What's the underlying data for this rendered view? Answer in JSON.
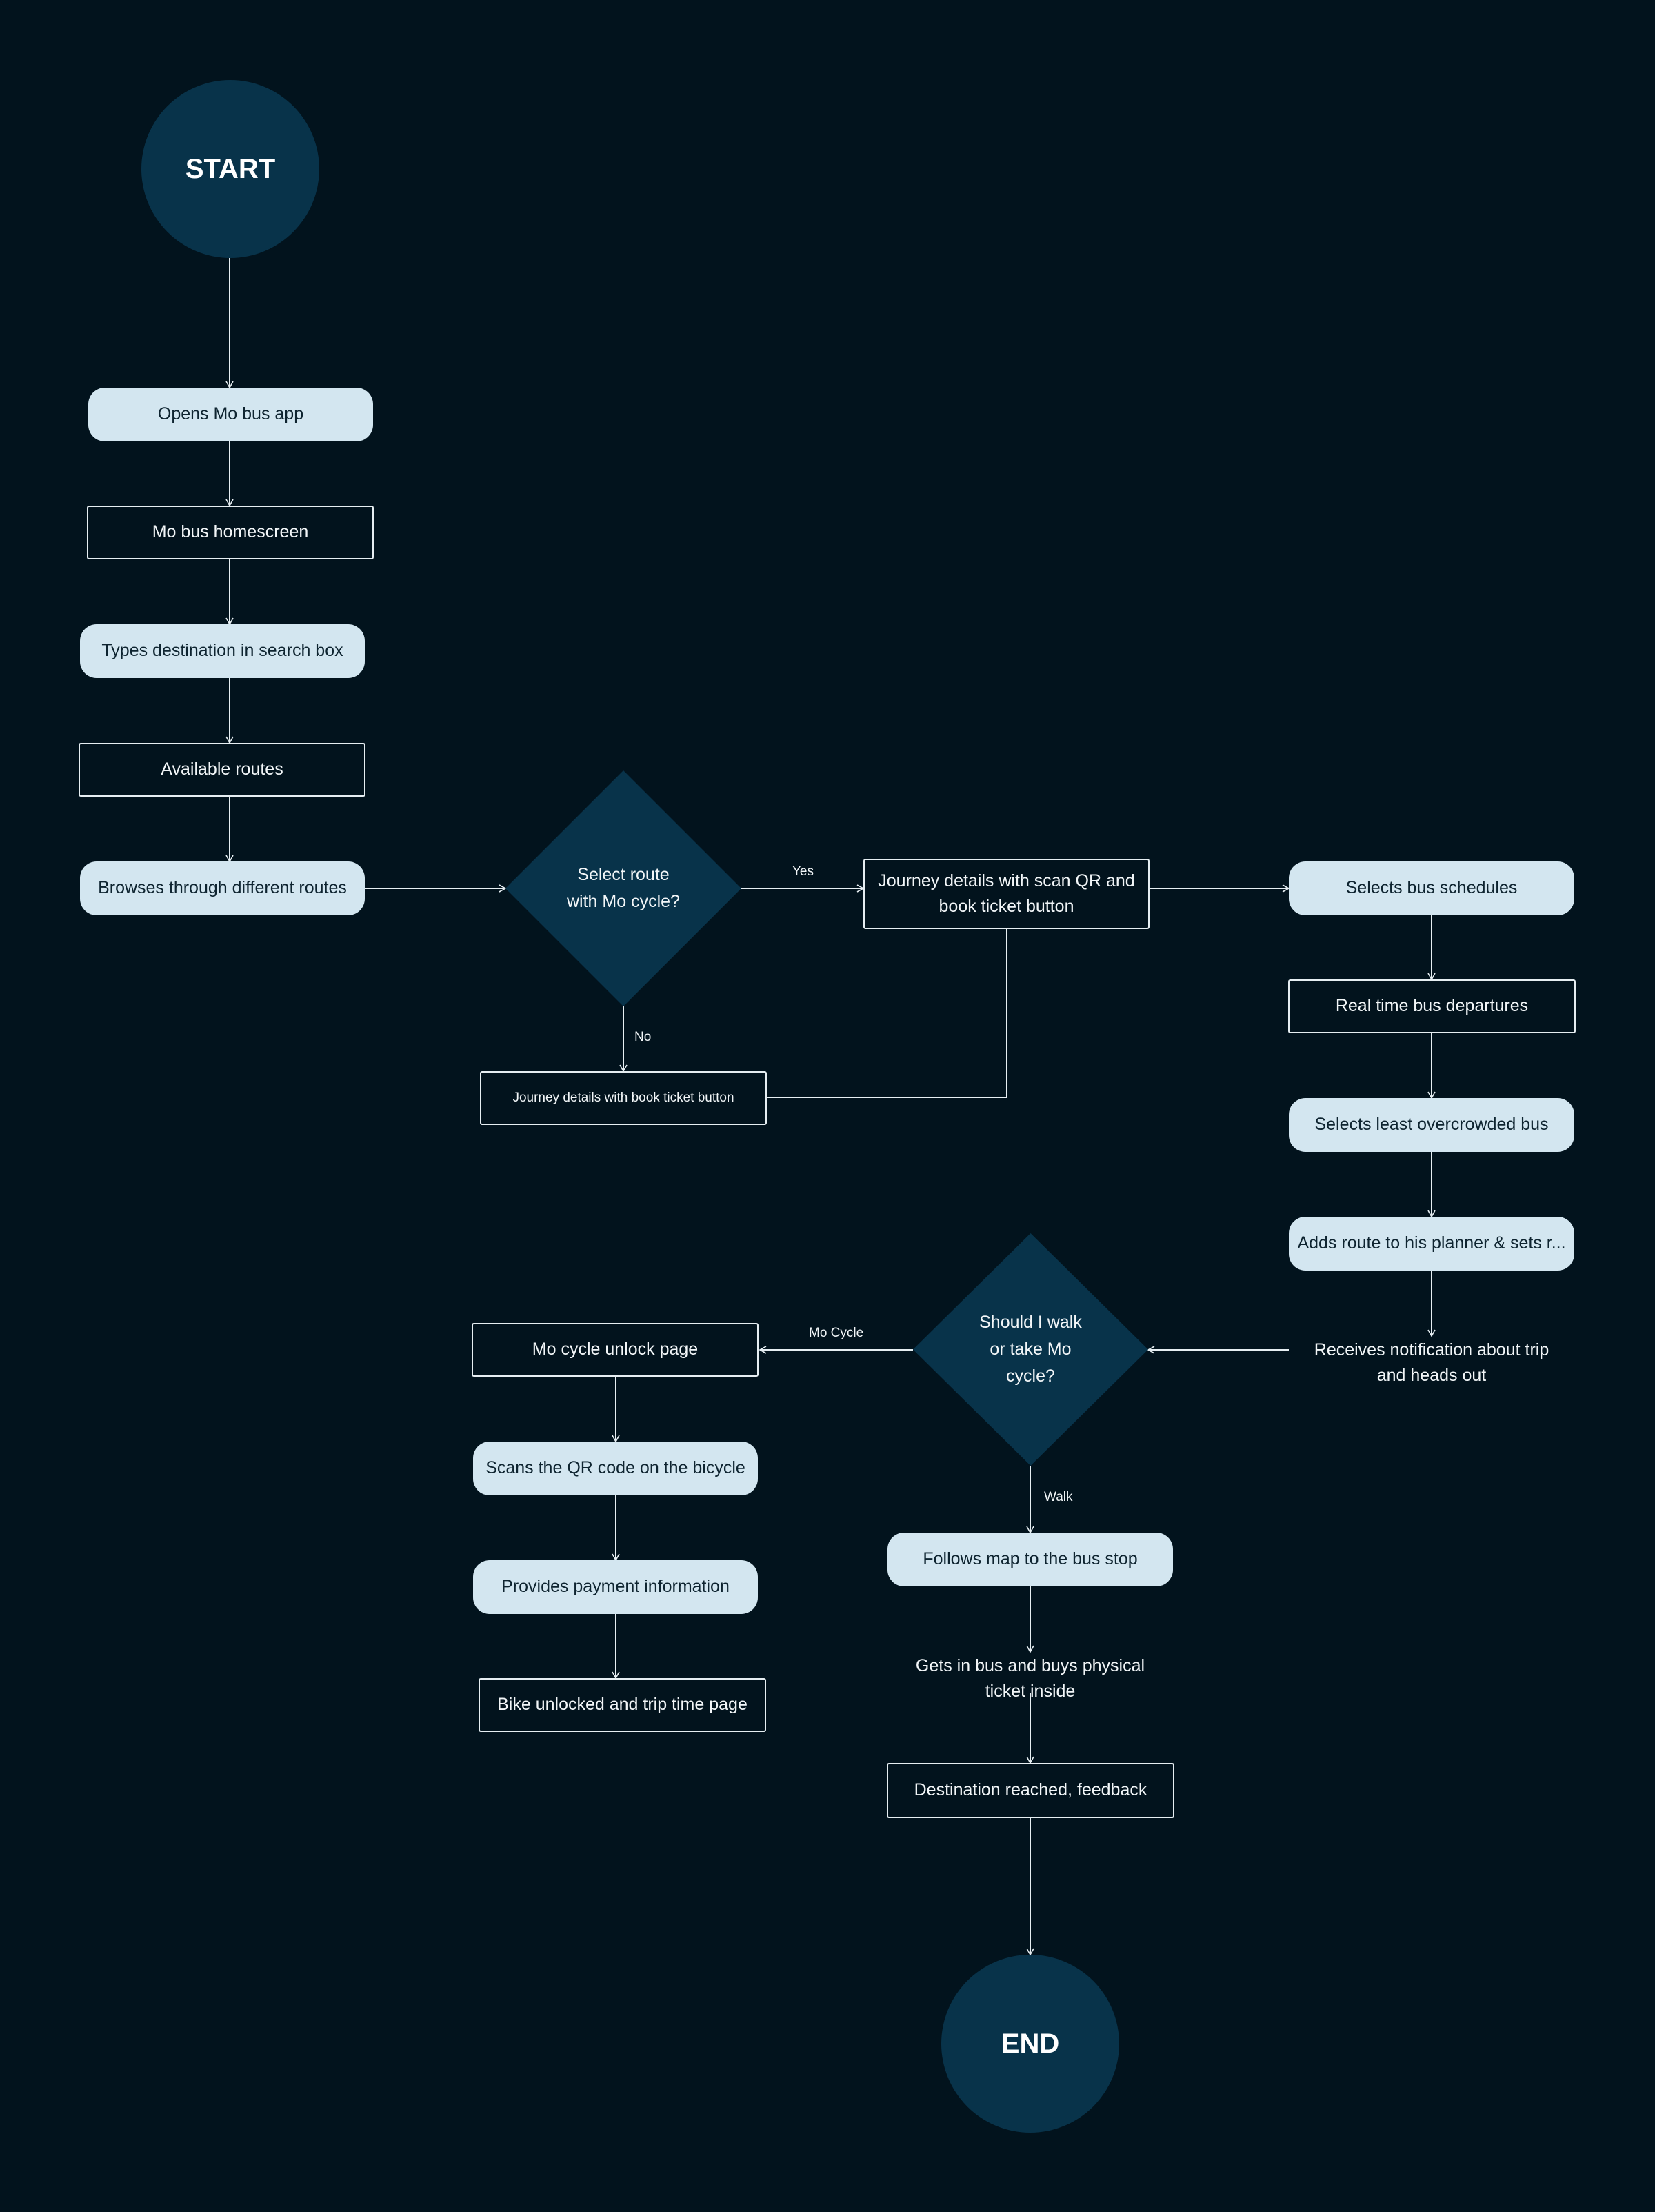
{
  "colors": {
    "background": "#02131d",
    "pill_fill": "#d3e6f0",
    "circle_fill": "#08334a",
    "diamond_fill": "#08334a",
    "stroke": "#e6eef2"
  },
  "nodes": {
    "start": "START",
    "opens_app": "Opens Mo bus app",
    "homescreen": "Mo bus homescreen",
    "types_destination": "Types destination in search box",
    "available_routes": "Available routes",
    "browses_routes": "Browses through different routes",
    "select_route_decision": "Select route\nwith Mo cycle?",
    "journey_scan_qr": "Journey details with scan QR and book ticket button",
    "journey_book_ticket": "Journey details with book ticket button",
    "selects_schedules": "Selects bus schedules",
    "realtime_departures": "Real time bus departures",
    "least_crowded": "Selects least overcrowded bus",
    "adds_route": "Adds route to his planner & sets r...",
    "receives_notification": "Receives notification about trip and heads out",
    "walk_decision": "Should I walk\nor take Mo\ncycle?",
    "cycle_unlock": "Mo cycle unlock page",
    "scans_qr": "Scans the QR code on the bicycle",
    "payment_info": "Provides payment information",
    "bike_unlocked": "Bike unlocked and trip time page",
    "follows_map": "Follows map to the bus stop",
    "buys_ticket": "Gets in bus and buys physical ticket inside",
    "destination_reached": "Destination reached, feedback",
    "end": "END"
  },
  "edge_labels": {
    "yes": "Yes",
    "no": "No",
    "mo_cycle": "Mo Cycle",
    "walk": "Walk"
  }
}
